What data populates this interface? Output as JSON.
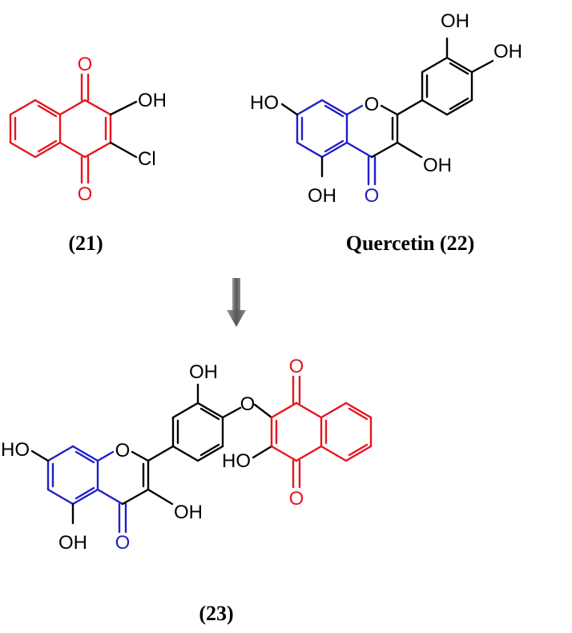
{
  "colors": {
    "quinone": "#e8141b",
    "flavone": "#1f1fc8",
    "black": "#000000",
    "arrow_dark": "#575757",
    "arrow_light": "#9a9a9a"
  },
  "compound_21": {
    "caption": "(21)",
    "label_oh": "OH",
    "label_cl": "Cl",
    "label_o_top": "O",
    "label_o_bottom": "O"
  },
  "compound_22": {
    "caption": "Quercetin (22)",
    "label_ho_7": "HO",
    "label_o_ring": "O",
    "label_oh_3p": "OH",
    "label_oh_4p": "OH",
    "label_oh_3": "OH",
    "label_oh_5": "OH",
    "label_o_4": "O"
  },
  "compound_23": {
    "caption": "(23)",
    "label_ho_7": "HO",
    "label_o_ring": "O",
    "label_oh_3p": "OH",
    "label_o_ether": "O",
    "label_o_nq_top": "O",
    "label_ho_nq": "HO",
    "label_o_nq_bottom": "O",
    "label_oh_3": "OH",
    "label_oh_5": "OH",
    "label_o_4": "O"
  },
  "arrow": {
    "icon": "down-arrow-icon",
    "direction": "down"
  }
}
